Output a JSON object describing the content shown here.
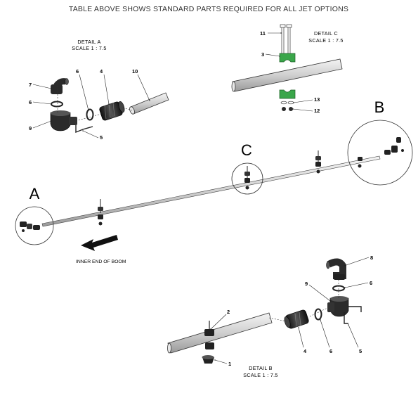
{
  "header": "TABLE ABOVE SHOWS STANDARD PARTS REQUIRED FOR ALL JET OPTIONS",
  "details": {
    "a": {
      "title": "DETAIL A",
      "scale": "SCALE 1 : 7.5"
    },
    "b": {
      "title": "DETAIL B",
      "scale": "SCALE 1 : 7.5"
    },
    "c": {
      "title": "DETAIL C",
      "scale": "SCALE 1 : 7.5"
    }
  },
  "circle_labels": {
    "a": "A",
    "b": "B",
    "c": "C"
  },
  "direction_note": "INNER END OF BOOM",
  "callouts": {
    "detail_a": [
      "7",
      "6",
      "9",
      "6",
      "4",
      "10",
      "5"
    ],
    "detail_c": [
      "11",
      "3",
      "13",
      "12"
    ],
    "detail_b": [
      "8",
      "6",
      "9",
      "2",
      "4",
      "6",
      "5",
      "1"
    ]
  },
  "colors": {
    "line": "#222222",
    "part_green": "#3aa64a",
    "pipe_fill": "#d8d8d8",
    "part_dark": "#2b2b2b"
  }
}
